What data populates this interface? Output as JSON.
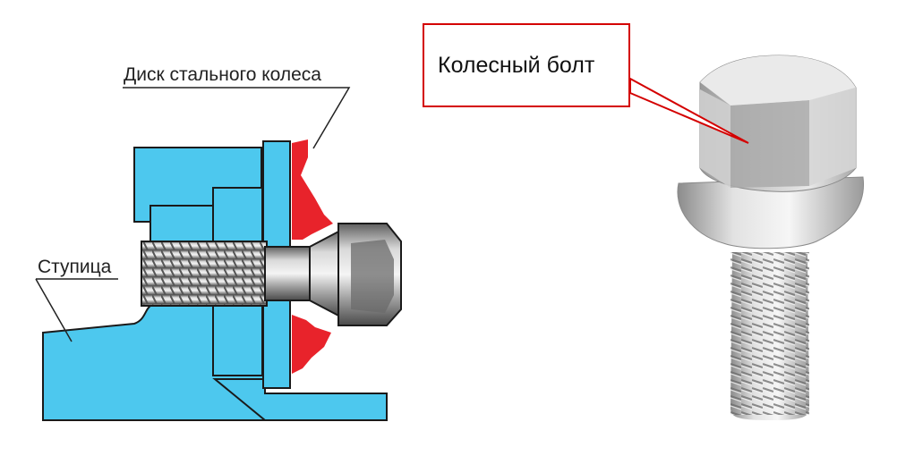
{
  "diagram": {
    "labels": {
      "wheel_disk": "Диск стального колеса",
      "hub": "Ступица"
    },
    "callout": {
      "text": "Колесный болт"
    },
    "colors": {
      "hub_blue": "#4dc8ee",
      "wheel_red": "#e8232b",
      "outline": "#1a1a1a",
      "callout_red": "#d40000",
      "bolt_steel": "#9a9a9a"
    }
  }
}
